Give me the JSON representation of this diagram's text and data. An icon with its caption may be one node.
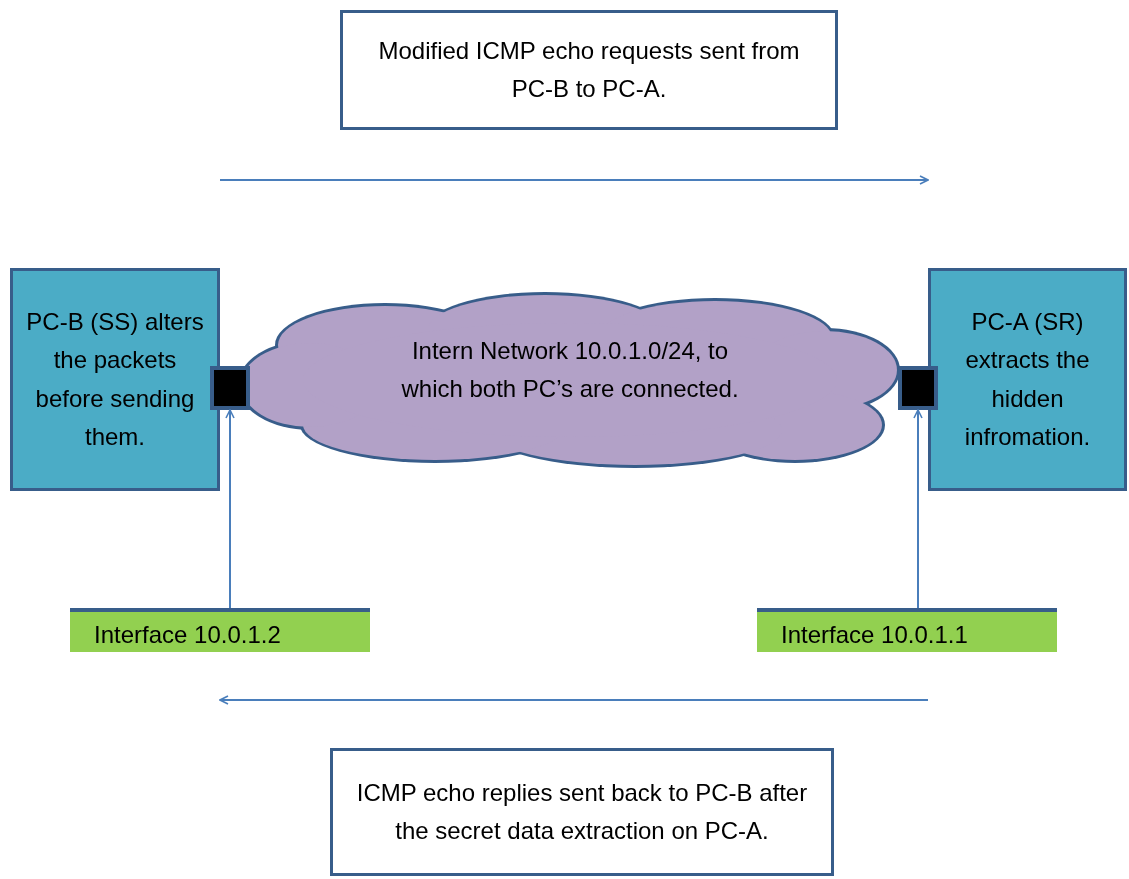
{
  "diagram": {
    "nodes": [
      {
        "text": [
          "Modified ICMP echo requests sent from PC-B to PC-A."
        ]
      },
      {
        "text": [
          "PC-B (SS) alters the packets before sending them."
        ]
      },
      {
        "text": [
          "Intern Network 10.0.1.0/24, to which both PC’s are connected."
        ]
      },
      {
        "text": [
          "PC-A (SR) extracts the hidden infromation."
        ]
      },
      {
        "text": [],
        "shape": "box"
      },
      {
        "text": [],
        "shape": "box"
      },
      {
        "text": [
          "Interface 10.0.1.2"
        ]
      },
      {
        "text": [
          "Interface 10.0.1.1"
        ]
      },
      {
        "text": [
          "ICMP echo replies sent back to PC-B after the secret data extraction on PC-A."
        ]
      }
    ],
    "edges": [
      {
        "from": 6,
        "to": 4,
        "arrow": "to"
      },
      {
        "from": 7,
        "to": 5,
        "arrow": "to"
      }
    ]
  }
}
